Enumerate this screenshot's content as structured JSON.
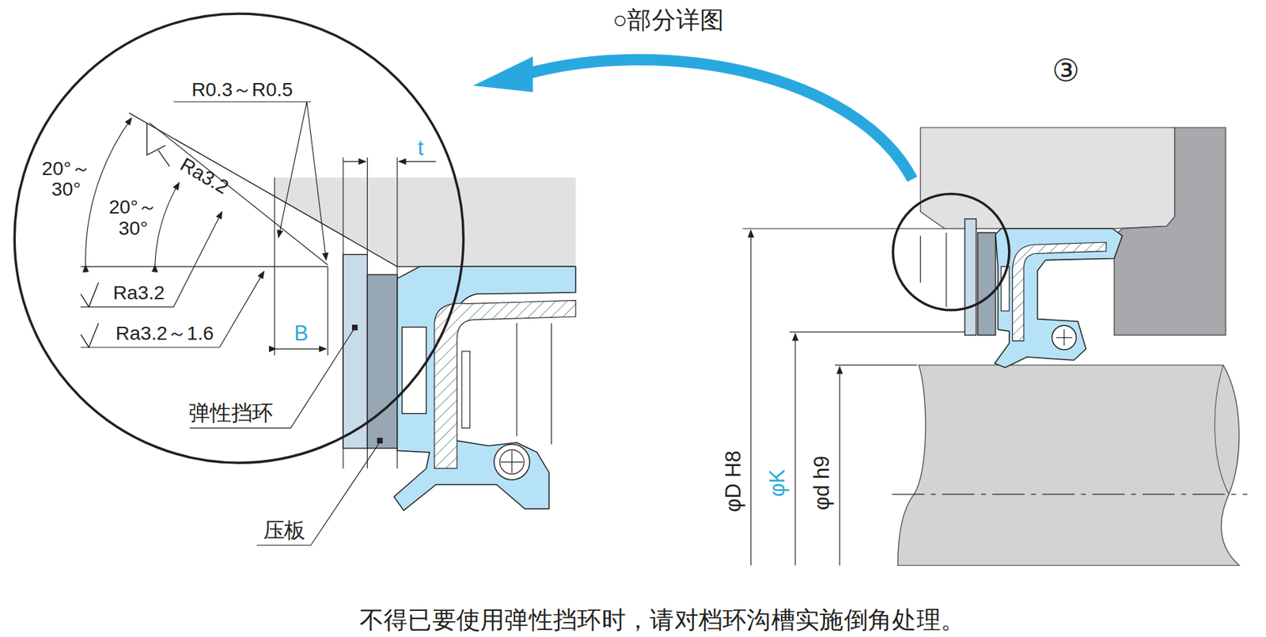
{
  "diagram": {
    "caption": "不得已要使用弹性挡环时，请对档环沟槽实施倒角处理。",
    "labels": [
      "○部分详图",
      "③",
      "R0.3～R0.5",
      "t",
      "20°～ 30°",
      "20°～ 30°",
      "Ra3.2",
      "Ra3.2",
      "Ra3.2～1.6",
      "B",
      "弹性挡环",
      "压板",
      "φD H8",
      "φK",
      "φd h9"
    ]
  }
}
